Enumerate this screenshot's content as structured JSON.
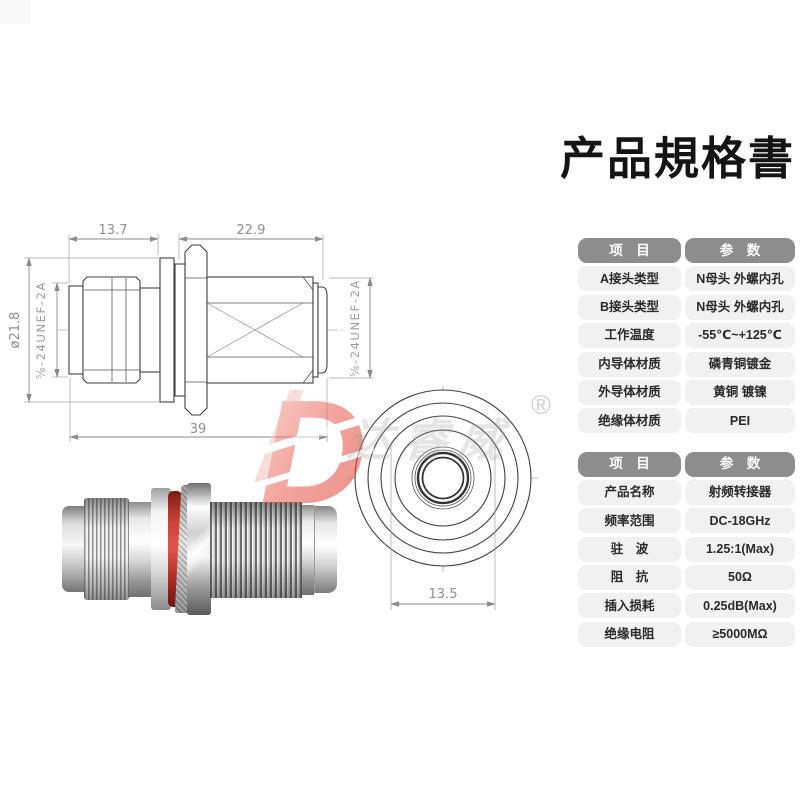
{
  "page": {
    "title": "产品規格書",
    "registered_mark": "®",
    "watermark_text": "达睿威"
  },
  "drawing": {
    "side_view": {
      "dim_top_left": "13.7",
      "dim_top_right": "22.9",
      "dim_bottom": "39",
      "dim_diameter": "ø21.8",
      "thread_left": "⅝-24UNEF-2A",
      "thread_right": "⅝-24UNEF-2A"
    },
    "front_view": {
      "dim_flats": "13.5"
    }
  },
  "spec_table_1": {
    "header": {
      "item": "项　目",
      "param": "参　数"
    },
    "rows": [
      {
        "item": "A接头类型",
        "param": "N母头 外螺内孔"
      },
      {
        "item": "B接头类型",
        "param": "N母头 外螺内孔"
      },
      {
        "item": "工作温度",
        "param": "-55℃~+125℃"
      },
      {
        "item": "内导体材质",
        "param": "磷青铜镀金"
      },
      {
        "item": "外导体材质",
        "param": "黄铜 镀镍"
      },
      {
        "item": "绝缘体材质",
        "param": "PEI"
      }
    ]
  },
  "spec_table_2": {
    "header": {
      "item": "项　目",
      "param": "参　数"
    },
    "rows": [
      {
        "item": "产品名称",
        "param": "射频转接器"
      },
      {
        "item": "频率范围",
        "param": "DC-18GHz"
      },
      {
        "item": "驻　波",
        "param": "1.25:1(Max)"
      },
      {
        "item": "阻　抗",
        "param": "50Ω"
      },
      {
        "item": "插入损耗",
        "param": "0.25dB(Max)"
      },
      {
        "item": "绝缘电阻",
        "param": "≥5000MΩ"
      }
    ]
  },
  "colors": {
    "table_header_bg": "#8d8d8d",
    "table_header_text": "#ffffff",
    "table_row_bg": "#f1f1f1",
    "table_row_text": "#2a2a2a",
    "drawing_line": "#404040",
    "dimension_line": "#8a8a8a",
    "logo_red": "#e4443a",
    "oring_red": "#c23b2e"
  }
}
